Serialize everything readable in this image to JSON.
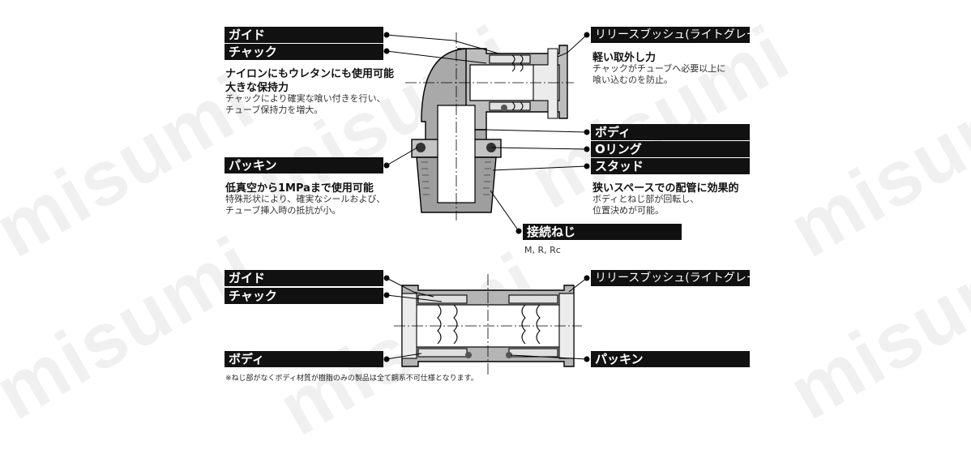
{
  "watermark": "misumi",
  "elbow": {
    "labels": {
      "guide": "ガイド",
      "chuck": "チャック",
      "release_bush": "リリースブッシュ(ライトグレー)",
      "body": "ボディ",
      "oring": "Oリング",
      "stud": "スタッド",
      "packing": "パッキン",
      "thread": "接続ねじ"
    },
    "notes": {
      "chuck_head1": "ナイロンにもウレタンにも使用可能",
      "chuck_head2": "大きな保持力",
      "chuck_sub1": "チャックにより確実な喰い付きを行い、",
      "chuck_sub2": "チューブ保持力を増大。",
      "release_head": "軽い取外し力",
      "release_sub1": "チャックがチューブへ必要以上に",
      "release_sub2": "喰い込むのを防止。",
      "packing_head": "低真空から1MPaまで使用可能",
      "packing_sub1": "特殊形状により、確実なシールおよび、",
      "packing_sub2": "チューブ挿入時の抵抗が小。",
      "stud_head": "狭いスペースでの配管に効果的",
      "stud_sub1": "ボディとねじ部が回転し、",
      "stud_sub2": "位置決めが可能。",
      "thread_types": "M, R, Rc"
    }
  },
  "union": {
    "labels": {
      "guide": "ガイド",
      "chuck": "チャック",
      "release_bush": "リリースブッシュ(ライトグレー)",
      "body": "ボディ",
      "packing": "パッキン"
    }
  },
  "footnote": "※ねじ部がなくボディ材質が樹脂のみの製品は全て鋼系不可仕様となります。",
  "colors": {
    "label_bg": "#111111",
    "label_text": "#ffffff",
    "metal": "#a9a9a9",
    "metal_light": "#d9d9d9",
    "leader": "#000000"
  }
}
